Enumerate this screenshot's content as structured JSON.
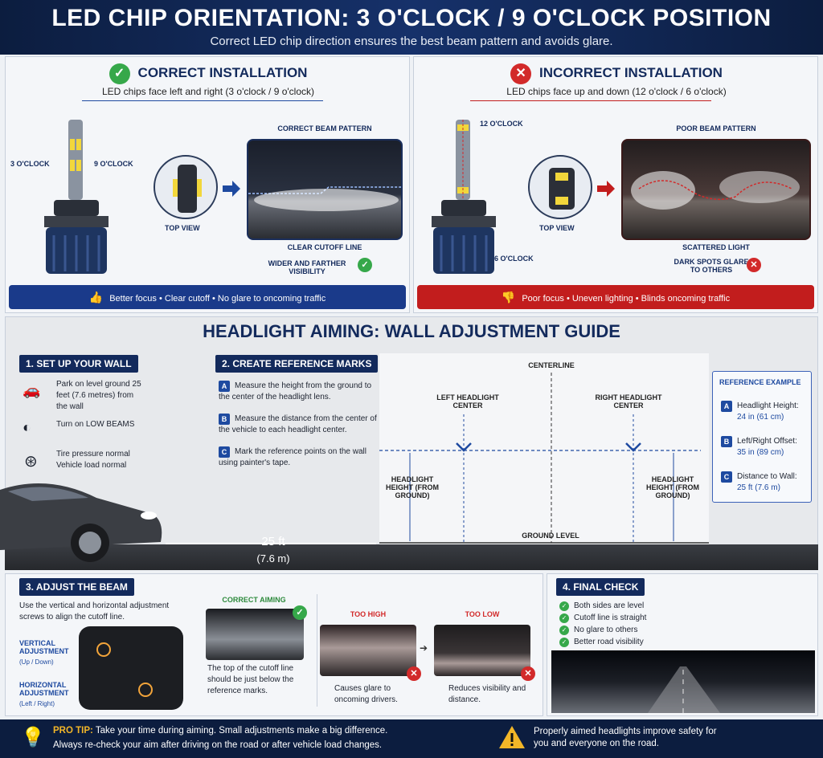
{
  "header": {
    "title": "LED CHIP ORIENTATION: 3 O'CLOCK / 9 O'CLOCK POSITION",
    "subtitle": "Correct LED chip direction ensures the best beam pattern and avoids glare."
  },
  "correct": {
    "title": "CORRECT INSTALLATION",
    "subtitle": "LED chips face left and right (3 o'clock / 9 o'clock)",
    "left_label": "3 O'CLOCK",
    "right_label": "9 O'CLOCK",
    "top_view": "TOP VIEW",
    "beam_title": "CORRECT BEAM PATTERN",
    "cutoff": "CLEAR CUTOFF LINE",
    "wider": "WIDER AND FARTHER VISIBILITY",
    "bar": "Better focus • Clear cutoff • No glare to oncoming traffic",
    "accent": "#1a3a8a"
  },
  "incorrect": {
    "title": "INCORRECT INSTALLATION",
    "subtitle": "LED chips face up and down (12 o'clock / 6 o'clock)",
    "top_label": "12 O'CLOCK",
    "bottom_label": "6 O'CLOCK",
    "top_view": "TOP VIEW",
    "beam_title": "POOR BEAM PATTERN",
    "scattered": "SCATTERED LIGHT",
    "dark": "DARK SPOTS GLARE TO OTHERS",
    "bar": "Poor focus • Uneven lighting • Blinds oncoming traffic",
    "accent": "#c21d1d"
  },
  "aim": {
    "title": "HEADLIGHT AIMING: WALL ADJUSTMENT GUIDE",
    "step1": {
      "tag": "1. SET UP YOUR WALL",
      "items": [
        "Park on level ground 25 feet (7.6 metres) from the wall",
        "Turn on LOW BEAMS",
        "Tire pressure normal Vehicle load normal"
      ]
    },
    "step2": {
      "tag": "2. CREATE REFERENCE MARKS",
      "items": [
        {
          "letter": "A",
          "text": "Measure the height from the ground to the center of the headlight lens."
        },
        {
          "letter": "B",
          "text": "Measure the distance from the center of the vehicle to each headlight center."
        },
        {
          "letter": "C",
          "text": "Mark the reference points on the wall using painter's tape."
        }
      ]
    },
    "wall": {
      "centerline": "CENTERLINE",
      "left_center": "LEFT HEADLIGHT CENTER",
      "right_center": "RIGHT HEADLIGHT CENTER",
      "height_left": "HEADLIGHT HEIGHT (FROM GROUND)",
      "height_right": "HEADLIGHT HEIGHT (FROM GROUND)",
      "ground": "GROUND LEVEL",
      "distance": "25 ft",
      "distance_m": "(7.6 m)"
    },
    "reference": {
      "title": "REFERENCE EXAMPLE",
      "items": [
        {
          "letter": "A",
          "label": "Headlight Height:",
          "value": "24 in (61 cm)"
        },
        {
          "letter": "B",
          "label": "Left/Right Offset:",
          "value": "35 in (89 cm)"
        },
        {
          "letter": "C",
          "label": "Distance to Wall:",
          "value": "25 ft (7.6 m)"
        }
      ]
    }
  },
  "step3": {
    "tag": "3. ADJUST THE BEAM",
    "desc": "Use the vertical and horizontal adjustment screws to align the cutoff line.",
    "vertical": "VERTICAL ADJUSTMENT",
    "vertical_sub": "(Up / Down)",
    "horizontal": "HORIZONTAL ADJUSTMENT",
    "horizontal_sub": "(Left / Right)",
    "correct": "CORRECT AIMING",
    "correct_desc": "The top of the cutoff line should be just below the reference marks.",
    "high": "TOO HIGH",
    "high_desc": "Causes glare to oncoming drivers.",
    "low": "TOO LOW",
    "low_desc": "Reduces visibility and distance."
  },
  "step4": {
    "tag": "4. FINAL CHECK",
    "items": [
      "Both sides are level",
      "Cutoff line is straight",
      "No glare to others",
      "Better road visibility"
    ]
  },
  "footer": {
    "tip_label": "PRO TIP:",
    "tip": "Take your time during aiming. Small adjustments make a big difference.",
    "tip2": "Always re-check your aim after driving on the road or after vehicle load changes.",
    "safety": "Properly aimed headlights improve safety for you and everyone on the road."
  }
}
